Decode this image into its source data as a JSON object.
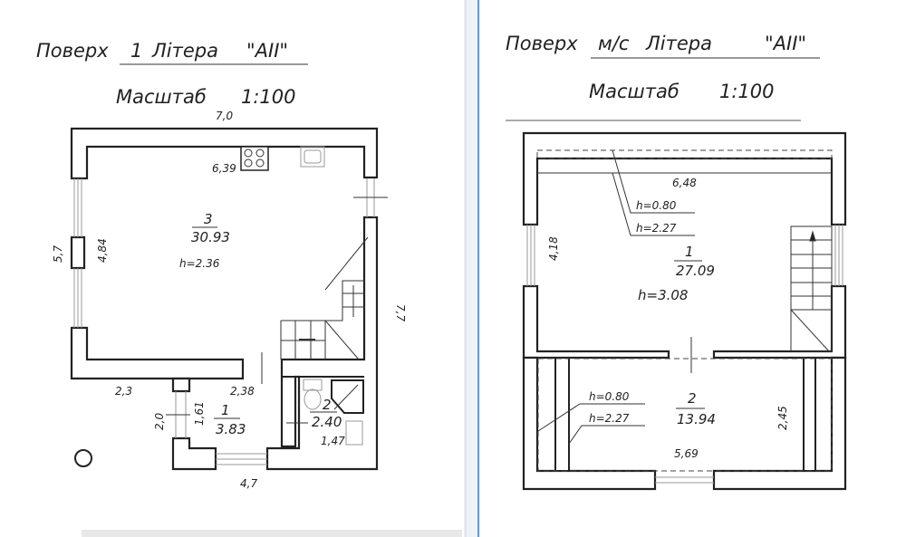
{
  "left_plan": {
    "title_prefix": "Поверх",
    "title_floor": "1",
    "title_litera": "Літера",
    "title_code": "\"АІІ\"",
    "scale_label": "Масштаб",
    "scale_value": "1:100",
    "dims": {
      "top": "7,0",
      "kitchen": "6,39",
      "left_outer": "5,7",
      "left_inner": "4,84",
      "right_outer": "7,7",
      "bottom_left": "2,3",
      "door": "2,38",
      "vest_outer": "2,0",
      "vest_inner": "1,61",
      "bath_width": "1,47",
      "bottom": "4,7"
    },
    "rooms": [
      {
        "number": "3",
        "area": "30.93",
        "height": "h=2.36"
      },
      {
        "number": "1",
        "area": "3.83"
      },
      {
        "number": "2",
        "area": "2.40"
      }
    ]
  },
  "right_plan": {
    "title_prefix": "Поверх",
    "title_floor": "м/с",
    "title_litera": "Літера",
    "title_code": "\"АІІ\"",
    "scale_label": "Масштаб",
    "scale_value": "1:100",
    "dims": {
      "top_inner": "6,48",
      "left_inner": "4,18",
      "lower_right": "2,45",
      "lower_bottom": "5,69"
    },
    "leaders_top": [
      "h=0.80",
      "h=2.27"
    ],
    "leaders_bottom": [
      "h=0.80",
      "h=2.27"
    ],
    "rooms": [
      {
        "number": "1",
        "area": "27.09",
        "height": "h=3.08"
      },
      {
        "number": "2",
        "area": "13.94"
      }
    ]
  }
}
